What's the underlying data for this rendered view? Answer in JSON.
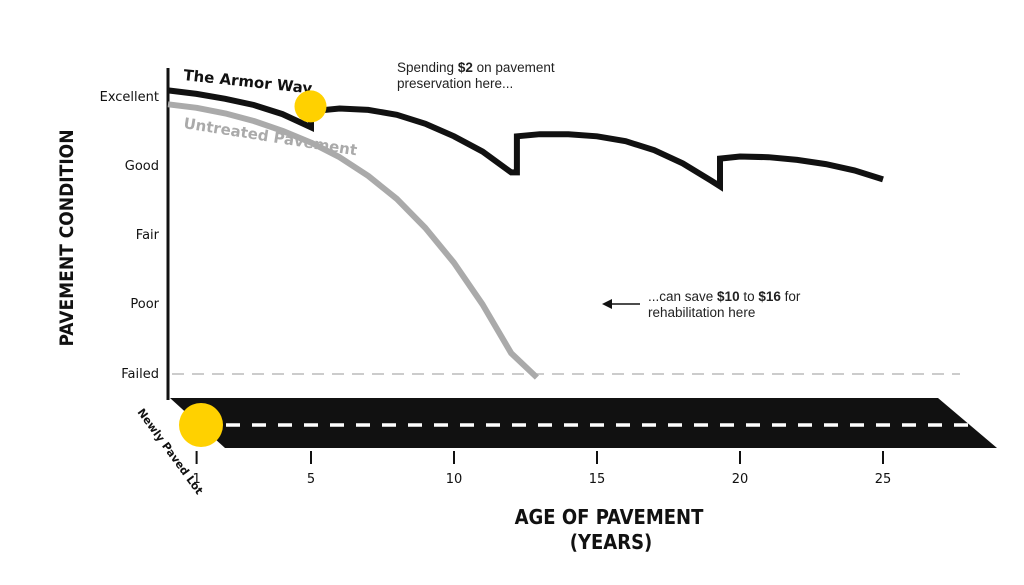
{
  "chart_data": {
    "type": "line",
    "xlabel": "AGE OF PAVEMENT",
    "xlabel_unit": "(YEARS)",
    "ylabel": "PAVEMENT CONDITION",
    "x_ticks": [
      1,
      5,
      10,
      15,
      20,
      25
    ],
    "y_categories": [
      "Excellent",
      "Good",
      "Fair",
      "Poor",
      "Failed"
    ],
    "y_levels": [
      5,
      4,
      3,
      2,
      1
    ],
    "xlim": [
      0,
      26
    ],
    "ylim": [
      1,
      5
    ],
    "series": [
      {
        "name": "The Armor Way",
        "color": "#111111",
        "points": [
          [
            0,
            5.08
          ],
          [
            1,
            5.03
          ],
          [
            2,
            4.96
          ],
          [
            3,
            4.87
          ],
          [
            4,
            4.74
          ],
          [
            5,
            4.55
          ],
          [
            5,
            4.78
          ],
          [
            6,
            4.82
          ],
          [
            7,
            4.8
          ],
          [
            8,
            4.73
          ],
          [
            9,
            4.6
          ],
          [
            10,
            4.42
          ],
          [
            11,
            4.2
          ],
          [
            12,
            3.9
          ],
          [
            12.2,
            3.9
          ],
          [
            12.2,
            4.42
          ],
          [
            13,
            4.45
          ],
          [
            14,
            4.45
          ],
          [
            15,
            4.42
          ],
          [
            16,
            4.35
          ],
          [
            17,
            4.22
          ],
          [
            18,
            4.03
          ],
          [
            19,
            3.78
          ],
          [
            19.3,
            3.7
          ],
          [
            19.3,
            4.1
          ],
          [
            20,
            4.13
          ],
          [
            21,
            4.12
          ],
          [
            22,
            4.08
          ],
          [
            23,
            4.02
          ],
          [
            24,
            3.93
          ],
          [
            25,
            3.8
          ]
        ]
      },
      {
        "name": "Untreated Pavement",
        "color": "#aaaaaa",
        "points": [
          [
            0,
            4.88
          ],
          [
            1,
            4.83
          ],
          [
            2,
            4.75
          ],
          [
            3,
            4.64
          ],
          [
            4,
            4.5
          ],
          [
            5,
            4.33
          ],
          [
            6,
            4.12
          ],
          [
            7,
            3.85
          ],
          [
            8,
            3.52
          ],
          [
            9,
            3.1
          ],
          [
            10,
            2.6
          ],
          [
            11,
            2.0
          ],
          [
            12,
            1.3
          ],
          [
            12.9,
            0.95
          ]
        ]
      }
    ],
    "baseline": {
      "label": "Failed",
      "style": "dashed"
    },
    "annotations": {
      "marker": {
        "x": 5,
        "y": 4.85
      },
      "spend": {
        "pre": "Spending ",
        "bold": "$2",
        "post": " on pavement",
        "line2": "preservation here..."
      },
      "save": {
        "pre": "...can save ",
        "bold1": "$10",
        "mid": " to ",
        "bold2": "$16",
        "post": " for",
        "line2": "rehabilitation here"
      },
      "origin": "Newly Paved Lot"
    },
    "colors": {
      "highlight": "#FFD100",
      "road": "#111111",
      "road_line": "#ffffff"
    }
  }
}
